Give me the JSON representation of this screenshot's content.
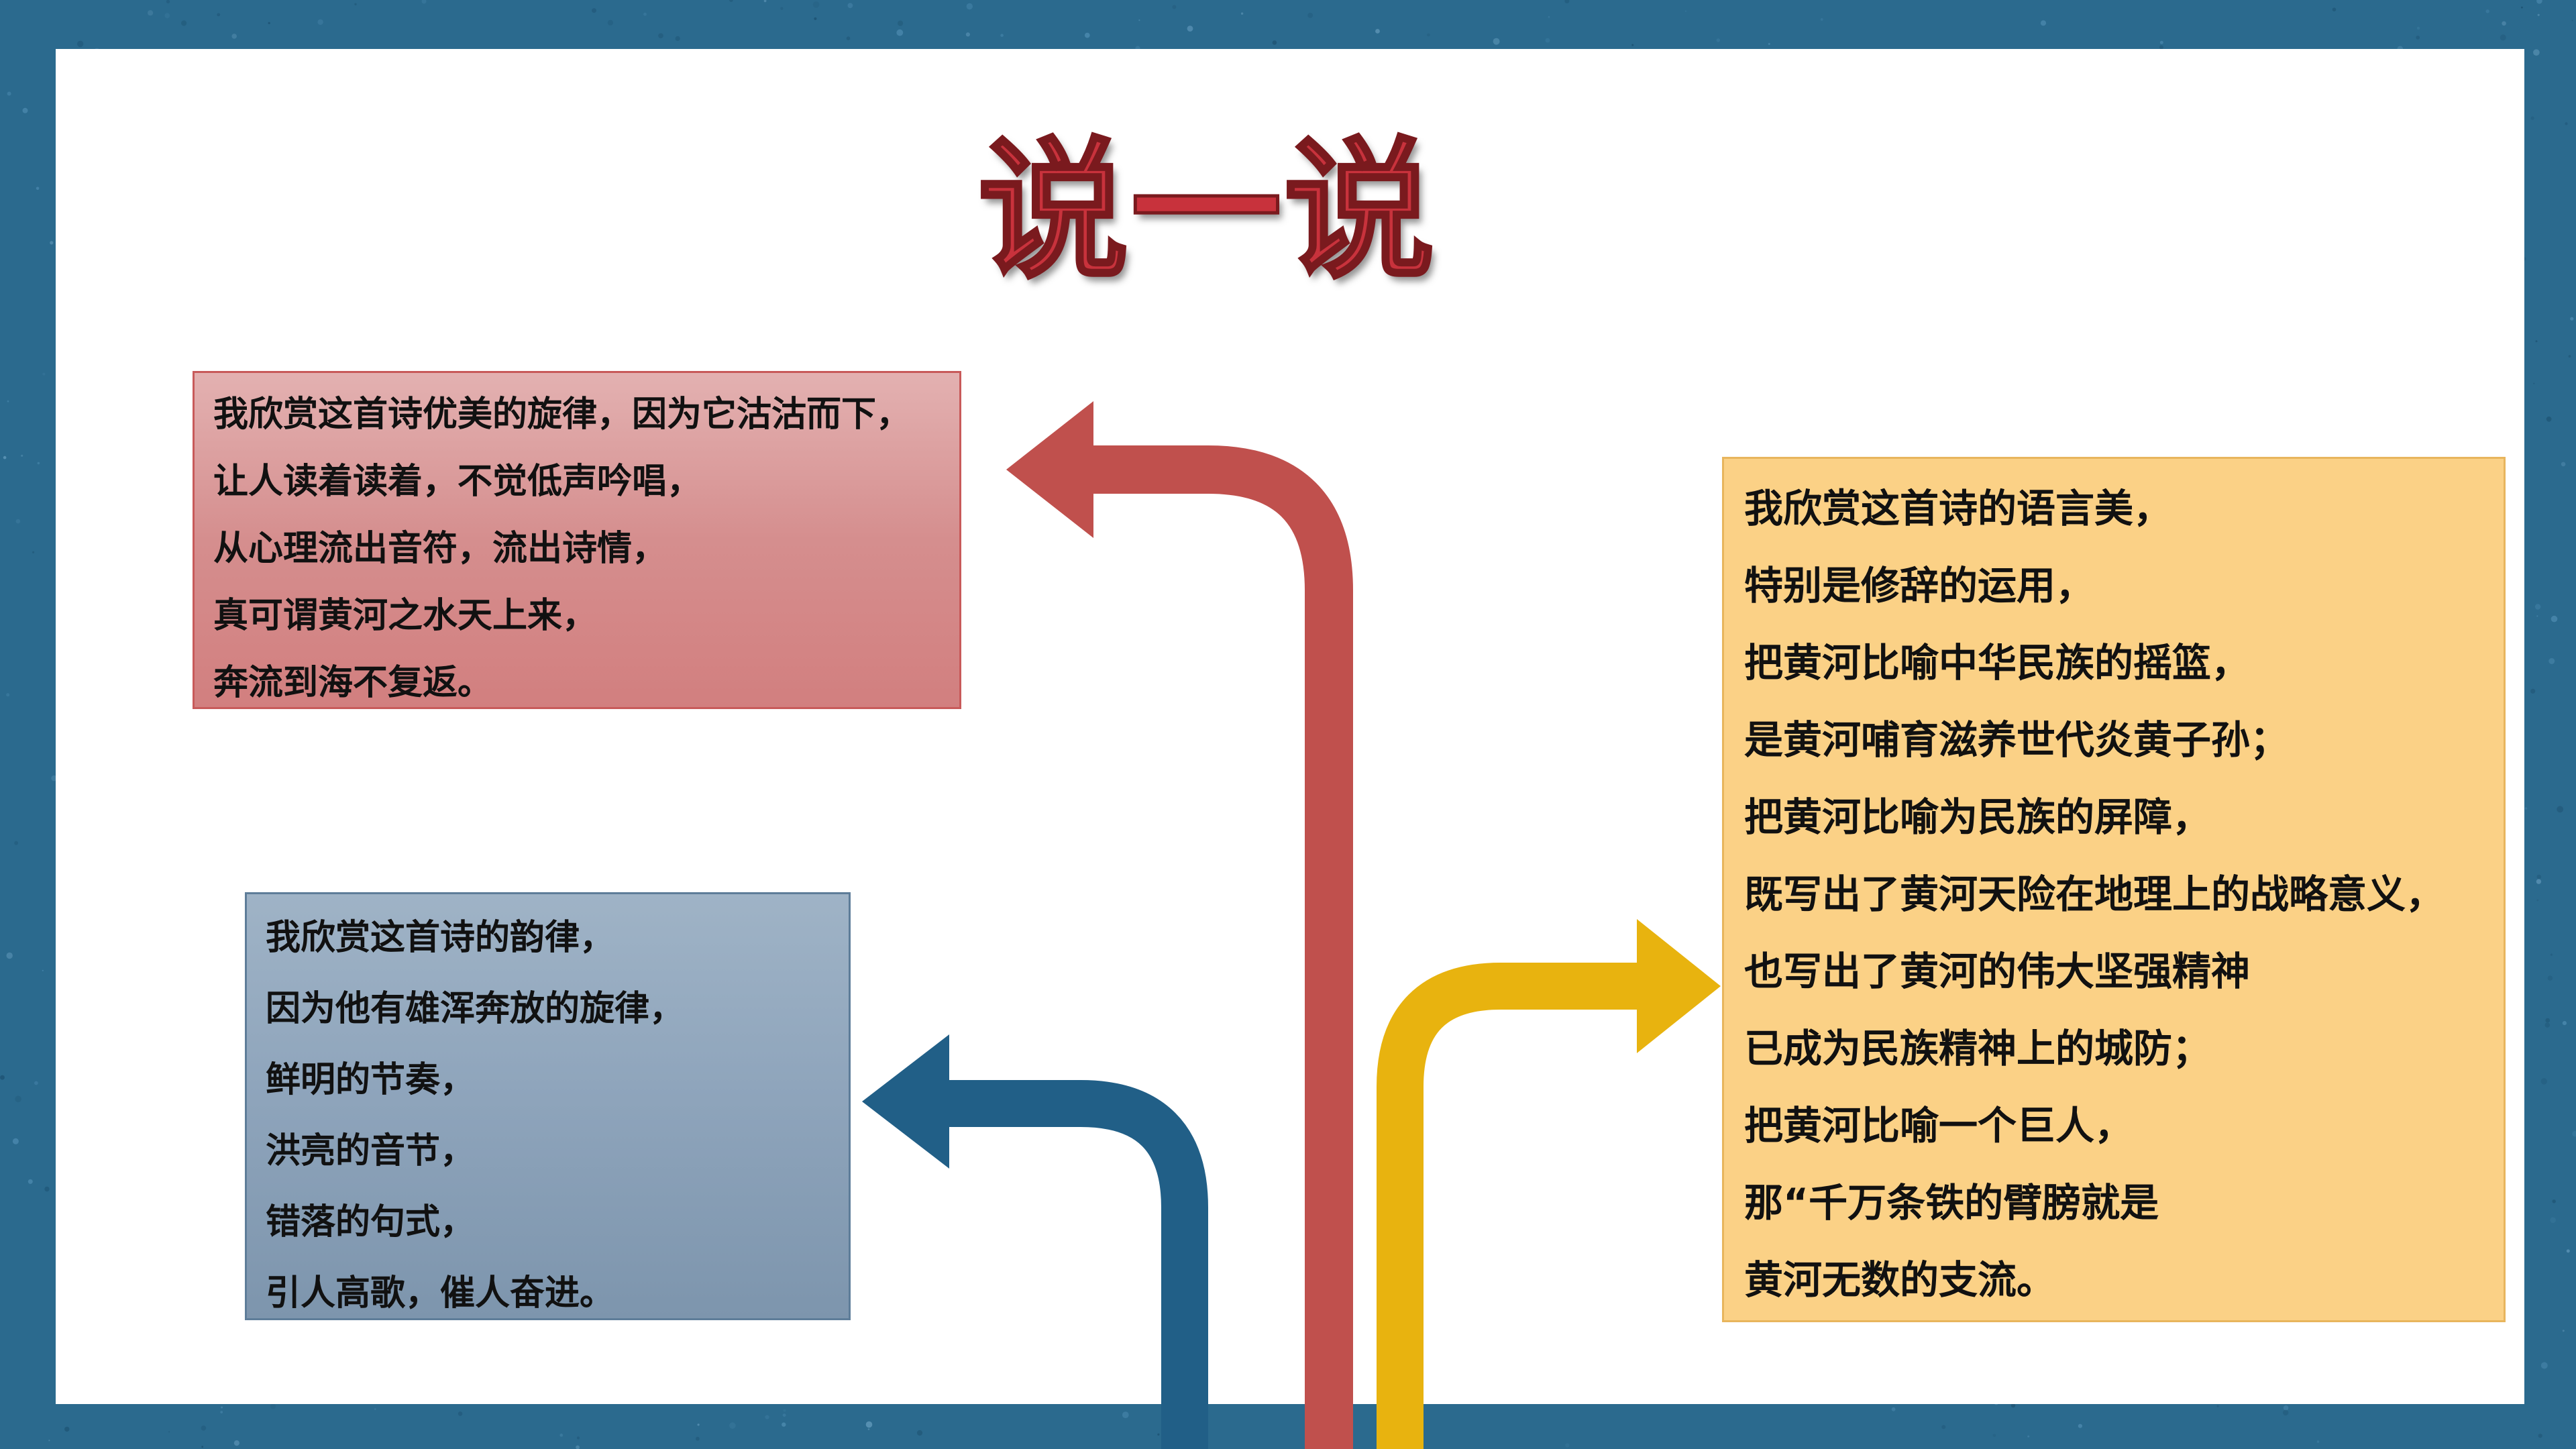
{
  "title": "说一说",
  "colors": {
    "frame": "#2b6a8e",
    "slide": "#ffffff",
    "title_fill": "#c8323c",
    "red_arrow": "#c0504d",
    "blue_arrow": "#215f87",
    "yellow_arrow": "#e8b30f",
    "red_box": "#d58e8e",
    "blue_box": "#8fa5bc",
    "yellow_box": "#fbd186"
  },
  "boxes": {
    "red": {
      "lines": [
        "我欣赏这首诗优美的旋律，因为它沽沽而下，",
        "让人读着读着，不觉低声吟唱，",
        "从心理流出音符，流出诗情，",
        "真可谓黄河之水天上来，",
        "奔流到海不复返。"
      ]
    },
    "blue": {
      "lines": [
        "我欣赏这首诗的韵律，",
        "因为他有雄浑奔放的旋律，",
        "鲜明的节奏，",
        "洪亮的音节，",
        "错落的句式，",
        "引人高歌，催人奋进。"
      ]
    },
    "yellow": {
      "lines": [
        "我欣赏这首诗的语言美，",
        "特别是修辞的运用，",
        "把黄河比喻中华民族的摇篮，",
        "是黄河哺育滋养世代炎黄子孙；",
        "把黄河比喻为民族的屏障，",
        "既写出了黄河天险在地理上的战略意义，",
        "也写出了黄河的伟大坚强精神",
        "已成为民族精神上的城防；",
        "把黄河比喻一个巨人，",
        "那“千万条铁的臂膀就是",
        "黄河无数的支流。"
      ]
    }
  }
}
